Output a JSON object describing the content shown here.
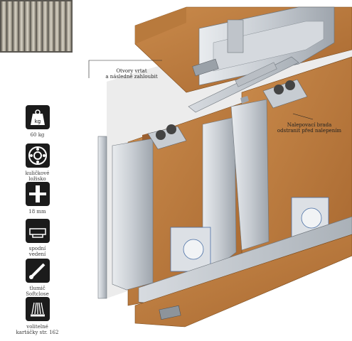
{
  "annotations": {
    "holes": [
      "Otvory vrtat",
      "a následně zahloubit"
    ],
    "sticker": [
      "Nalepovací brada",
      "odstranit před nalepením"
    ]
  },
  "features": [
    {
      "icon": "weight-kg-icon",
      "label": [
        "60 kg"
      ]
    },
    {
      "icon": "ball-bearing-icon",
      "label": [
        "kuličkové",
        "ložisko"
      ]
    },
    {
      "icon": "thickness-icon",
      "label": [
        "18 mm"
      ]
    },
    {
      "icon": "bottom-guide-icon",
      "label": [
        "spodní",
        "vedení"
      ]
    },
    {
      "icon": "softclose-icon",
      "label": [
        "tlumič",
        "Softclose"
      ]
    },
    {
      "icon": "brush-strip-icon",
      "label": [
        "volitelné",
        "kartáčky str. 162"
      ]
    }
  ]
}
